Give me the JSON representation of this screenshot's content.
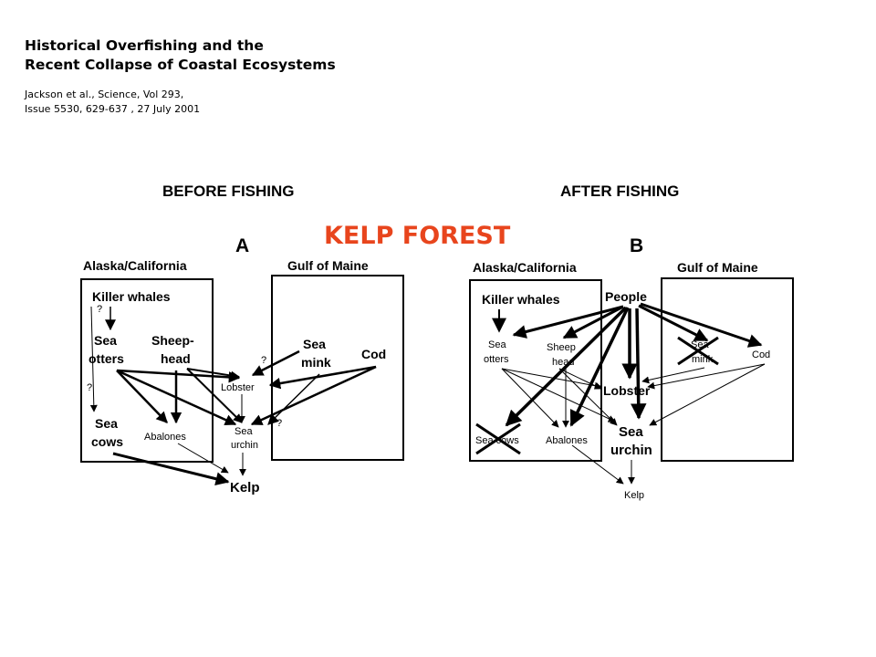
{
  "header": {
    "title_line1": "Historical Overfishing and the",
    "title_line2": "Recent Collapse of Coastal Ecosystems",
    "citation_line1": "Jackson et al., Science, Vol 293,",
    "citation_line2": "Issue 5530, 629-637  , 27 July 2001"
  },
  "diagram": {
    "main_title": "KELP FOREST",
    "before": {
      "heading": "BEFORE FISHING",
      "letter": "A",
      "region_left": "Alaska/California",
      "region_right": "Gulf of Maine",
      "nodes": {
        "killer_whales": "Killer whales",
        "sea_otters_1": "Sea",
        "sea_otters_2": "otters",
        "sheephead_1": "Sheep-",
        "sheephead_2": "head",
        "sea_mink_1": "Sea",
        "sea_mink_2": "mink",
        "cod": "Cod",
        "lobster": "Lobster",
        "abalones": "Abalones",
        "sea_urchin_1": "Sea",
        "sea_urchin_2": "urchin",
        "sea_cows_1": "Sea",
        "sea_cows_2": "cows",
        "kelp": "Kelp",
        "q": "?"
      }
    },
    "after": {
      "heading": "AFTER FISHING",
      "letter": "B",
      "region_left": "Alaska/California",
      "region_right": "Gulf of Maine",
      "nodes": {
        "killer_whales": "Killer whales",
        "people": "People",
        "sea_otters_1": "Sea",
        "sea_otters_2": "otters",
        "sheephead_1": "Sheep",
        "sheephead_2": "head",
        "sea_mink_1": "Sea",
        "sea_mink_2": "mink",
        "cod": "Cod",
        "lobster": "Lobster",
        "sea_urchin_1": "Sea",
        "sea_urchin_2": "urchin",
        "sea_cows": "Sea cows",
        "abalones": "Abalones",
        "kelp": "Kelp"
      }
    },
    "colors": {
      "accent": "#e8451d",
      "ink": "#000000"
    }
  }
}
